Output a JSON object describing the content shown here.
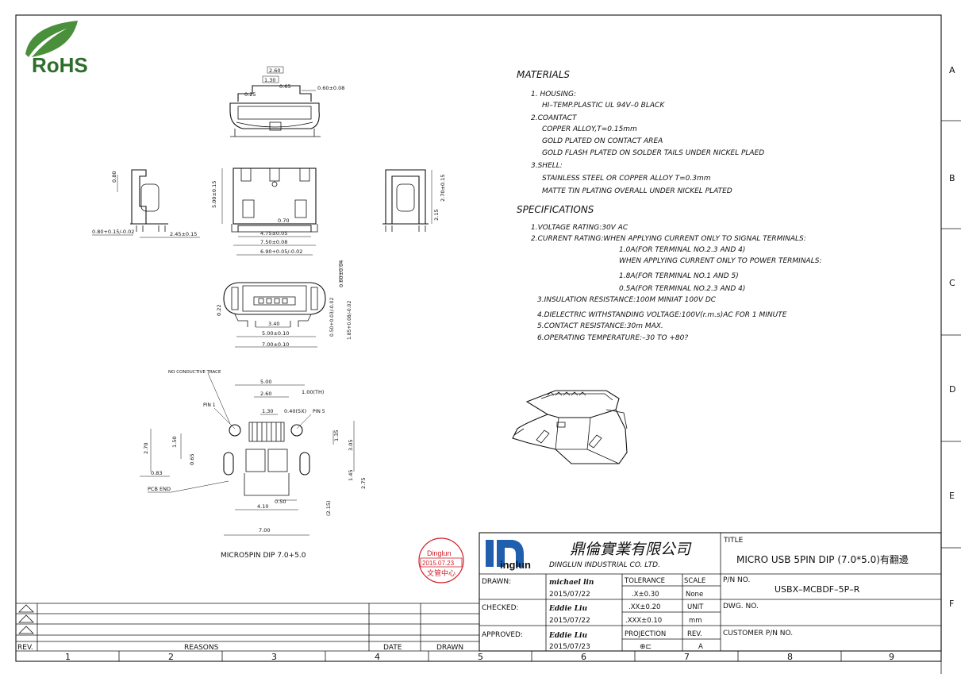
{
  "logo": {
    "text": "RoHS",
    "leaf_color": "#4a8f3c",
    "text_color": "#2d6e2a"
  },
  "column_numbers": [
    "1",
    "2",
    "3",
    "4",
    "5",
    "6",
    "7",
    "8",
    "9"
  ],
  "row_letters": [
    "A",
    "B",
    "C",
    "D",
    "E",
    "F"
  ],
  "materials": {
    "heading": "MATERIALS",
    "lines": [
      "1. HOUSING:",
      "HI–TEMP.PLASTIC  UL  94V–0  BLACK",
      "2.COANTACT",
      "COPPER  ALLOY,T=0.15mm",
      "GOLD  PLATED  ON  CONTACT  AREA",
      "GOLD  FLASH  PLATED  ON  SOLDER  TAILS  UNDER  NICKEL  PLAED",
      "3.SHELL:",
      "STAINLESS  STEEL  OR  COPPER  ALLOY  T=0.3mm",
      "MATTE  TIN  PLATING  OVERALL  UNDER  NICKEL  PLATED"
    ]
  },
  "specifications": {
    "heading": "SPECIFICATIONS",
    "lines": [
      "1.VOLTAGE  RATING:30V  AC",
      "2.CURRENT  RATING:WHEN  APPLYING  CURRENT  ONLY  TO  SIGNAL  TERMINALS:",
      "1.0A(FOR  TERMINAL  NO.2.3  AND  4)",
      "WHEN  APPLYING  CURRENT  ONLY  TO  POWER  TERMINALS:",
      "1.8A(FOR  TERMINAL  NO.1  AND  5)",
      "0.5A(FOR  TERMINAL  NO.2.3  AND  4)",
      "3.INSULATION  RESISTANCE:100M  MINIAT  100V  DC",
      "4.DIELECTRIC  WITHSTANDING  VOLTAGE:100V(r.m.s)AC  FOR  1  MINUTE",
      "5.CONTACT  RESISTANCE:30m  MAX.",
      "6.OPERATING  TEMPERATURE:–30  TO  +80?"
    ]
  },
  "dims": {
    "top": [
      "2.60",
      "1.30",
      "0.65",
      "0.25",
      "0.60±0.08"
    ],
    "side_left": [
      "0.80",
      "0.80+0.15/-0.02",
      "2.45±0.15"
    ],
    "front": [
      "5.00±0.15",
      "0.70",
      "4.75±0.05",
      "7.50±0.08",
      "6.90+0.05/-0.02"
    ],
    "side_right": [
      "2.15",
      "2.70±0.15"
    ],
    "bottom": [
      "0.22",
      "3.40",
      "5.00±0.10",
      "7.00±0.10",
      "0.60±0.04",
      "0.50+0.03/-0.02",
      "1.85+0.08/-0.02"
    ],
    "pcb": [
      "NO CONDUCTIVE TRACE",
      "5.00",
      "2.60",
      "1.00(TH)",
      "1.30",
      "0.40(5X)",
      "PIN 1",
      "PIN 5",
      "2.70",
      "1.50",
      "0.65",
      "1.35",
      "3.05",
      "0.83",
      "PCB END",
      "1.45",
      "2.75",
      "0.50",
      "4.10",
      "(2.15)",
      "7.00"
    ]
  },
  "view_caption": "MICRO5PIN  DIP  7.0+5.0",
  "stamp": {
    "line1": "Dinglun",
    "line2": "2015.07.23",
    "line3": "文管中心",
    "color": "#d0202a"
  },
  "company": {
    "name_cn": "鼎倫實業有限公司",
    "name_en": "DINGLUN  INDUSTRIAL  CO.  LTD.",
    "logo_text": "inglun",
    "logo_color": "#1f5fae"
  },
  "title_block": {
    "title_label": "TITLE",
    "title": "MICRO  USB  5PIN  DIP  (7.0*5.0)有翻邊",
    "drawn_label": "DRAWN:",
    "drawn_name": "michael lin",
    "drawn_date": "2015/07/22",
    "checked_label": "CHECKED:",
    "checked_name": "Eddie Liu",
    "checked_date": "2015/07/22",
    "approved_label": "APPROVED:",
    "approved_name": "Eddie Liu",
    "approved_date": "2015/07/23",
    "tolerance_label": "TOLERANCE",
    "tol_1": ".X±0.30",
    "tol_2": ".XX±0.20",
    "tol_3": ".XXX±0.10",
    "scale_label": "SCALE",
    "scale_value": "None",
    "unit_label": "UNIT",
    "unit_value": "mm",
    "projection_label": "PROJECTION",
    "projection_symbol": "⊕⊏",
    "rev_label": "REV.",
    "rev_value": "A",
    "pn_label": "P/N  NO.",
    "pn_value": "USBX–MCBDF–5P–R",
    "dwg_label": "DWG.  NO.",
    "customer_label": "CUSTOMER  P/N  NO."
  },
  "revision_block": {
    "rev": "REV.",
    "reasons": "REASONS",
    "date": "DATE",
    "drawn": "DRAWN"
  }
}
